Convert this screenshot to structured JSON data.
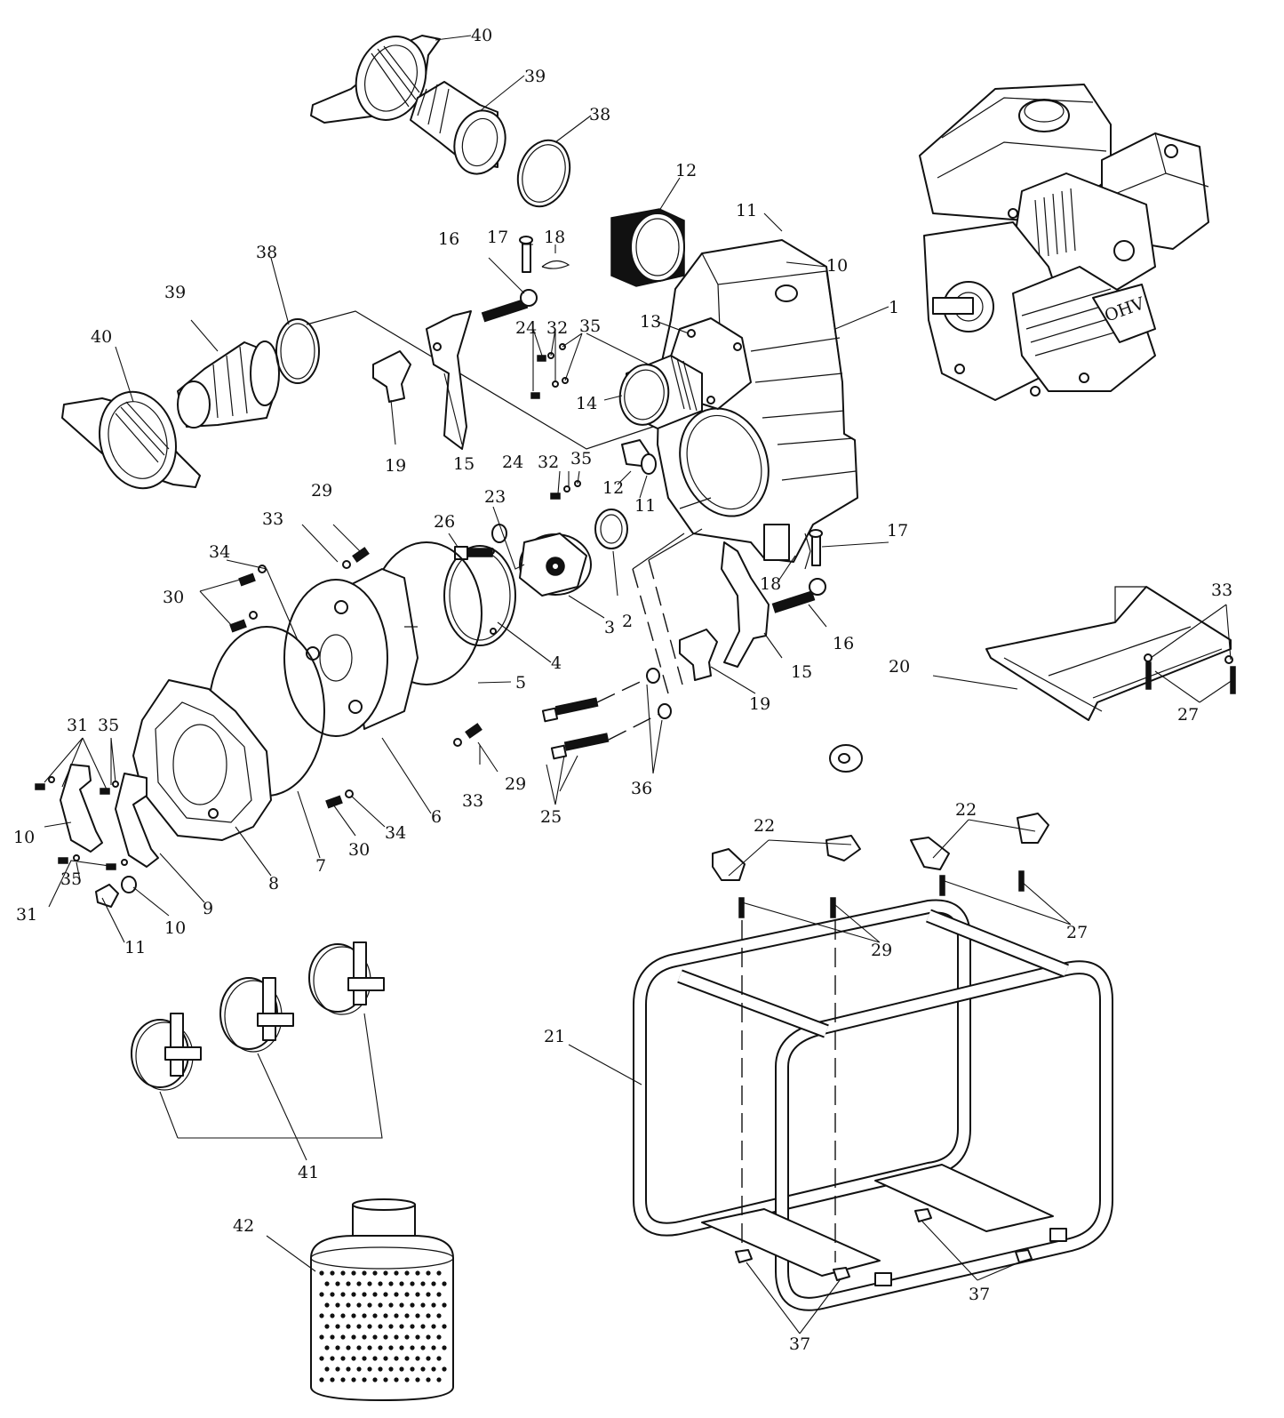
{
  "colors": {
    "ink": "#111111",
    "paper": "#ffffff",
    "shade": "#bdbdbd"
  },
  "callouts": {
    "c1": "1",
    "c2": "2",
    "c3": "3",
    "c4": "4",
    "c5": "5",
    "c6": "6",
    "c7": "7",
    "c8": "8",
    "c9": "9",
    "c10a": "10",
    "c10b": "10",
    "c10c": "10",
    "c11a": "11",
    "c11b": "11",
    "c11c": "11",
    "c12a": "12",
    "c12b": "12",
    "c13": "13",
    "c14": "14",
    "c15a": "15",
    "c15b": "15",
    "c16a": "16",
    "c16b": "16",
    "c17a": "17",
    "c17b": "17",
    "c18a": "18",
    "c18b": "18",
    "c19a": "19",
    "c19b": "19",
    "c20": "20",
    "c21": "21",
    "c22a": "22",
    "c22b": "22",
    "c23": "23",
    "c24a": "24",
    "c24b": "24",
    "c25": "25",
    "c26": "26",
    "c27a": "27",
    "c27b": "27",
    "c29a": "29",
    "c29b": "29",
    "c29c": "29",
    "c30a": "30",
    "c30b": "30",
    "c31a": "31",
    "c31b": "31",
    "c32a": "32",
    "c32b": "32",
    "c33a": "33",
    "c33b": "33",
    "c33c": "33",
    "c34a": "34",
    "c34b": "34",
    "c35a": "35",
    "c35b": "35",
    "c35c": "35",
    "c35d": "35",
    "c36": "36",
    "c37a": "37",
    "c37b": "37",
    "c38a": "38",
    "c38b": "38",
    "c39a": "39",
    "c39b": "39",
    "c40a": "40",
    "c40b": "40",
    "c41": "41",
    "c42": "42"
  },
  "engine_label": "OHV"
}
